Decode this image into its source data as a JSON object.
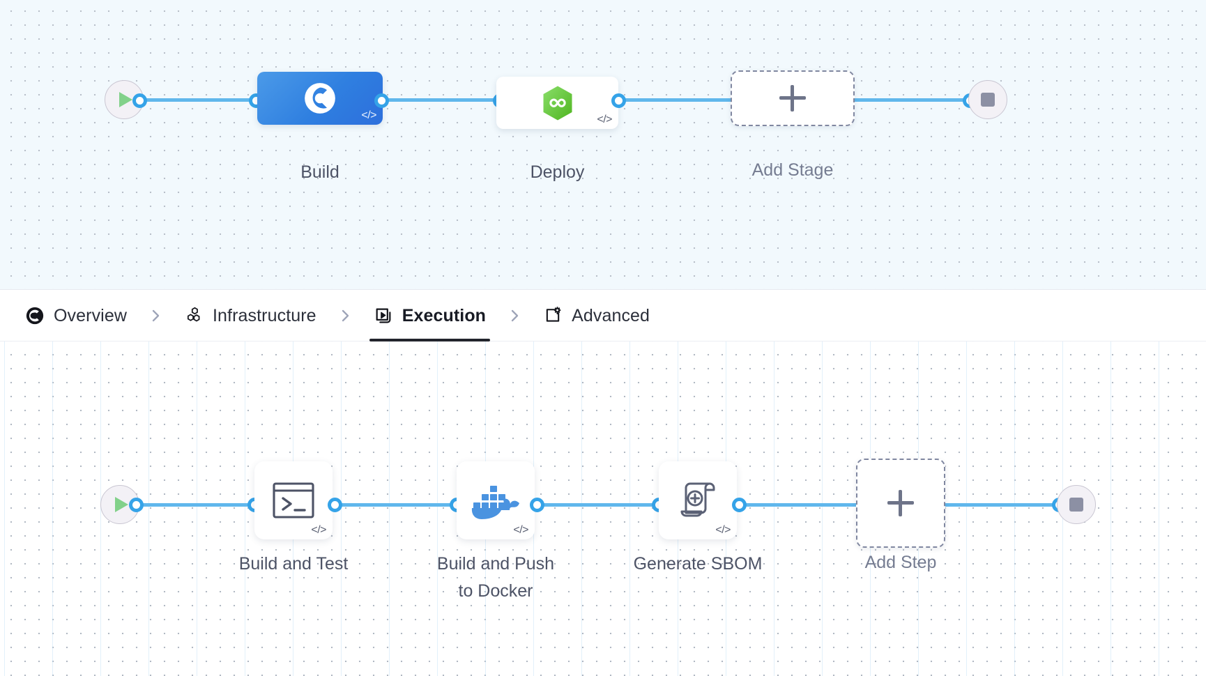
{
  "pipeline": {
    "stage_row": {
      "start_node": {
        "name": "pipeline-start",
        "icon": "play-icon"
      },
      "end_node": {
        "name": "pipeline-end",
        "icon": "stop-icon"
      },
      "stages": [
        {
          "label": "Build",
          "icon": "harness-ci-icon",
          "code_badge": "</>",
          "selected": true
        },
        {
          "label": "Deploy",
          "icon": "harness-cd-hexagon-icon",
          "code_badge": "</>",
          "selected": false
        }
      ],
      "add_stage": {
        "label": "Add Stage",
        "icon": "plus-icon"
      }
    },
    "step_row": {
      "start_node": {
        "name": "execution-start",
        "icon": "play-icon"
      },
      "end_node": {
        "name": "execution-end",
        "icon": "stop-icon"
      },
      "steps": [
        {
          "label": "Build and Test",
          "icon": "terminal-icon",
          "code_badge": "</>"
        },
        {
          "label": "Build and Push\nto Docker",
          "icon": "docker-whale-icon",
          "code_badge": "</>"
        },
        {
          "label": "Generate SBOM",
          "icon": "scroll-plus-icon",
          "code_badge": "</>"
        }
      ],
      "add_step": {
        "label": "Add Step",
        "icon": "plus-icon"
      }
    }
  },
  "tabs": {
    "separator_icon": "chevron-right-icon",
    "items": [
      {
        "label": "Overview",
        "icon": "harness-overview-icon",
        "active": false
      },
      {
        "label": "Infrastructure",
        "icon": "hexagons-icon",
        "active": false
      },
      {
        "label": "Execution",
        "icon": "play-box-icon",
        "active": true
      },
      {
        "label": "Advanced",
        "icon": "box-gear-icon",
        "active": false
      }
    ]
  },
  "colors": {
    "link": "#35a3e8",
    "stage_selected": "#2f7fe0",
    "deploy_icon": "#6fc44a",
    "docker_icon": "#4a93e0",
    "play_green": "#82d18a",
    "stage_canvas_bg": "#f2f9fd",
    "step_canvas_bg": "#ffffff",
    "active_tab_underline": "#22242c"
  }
}
